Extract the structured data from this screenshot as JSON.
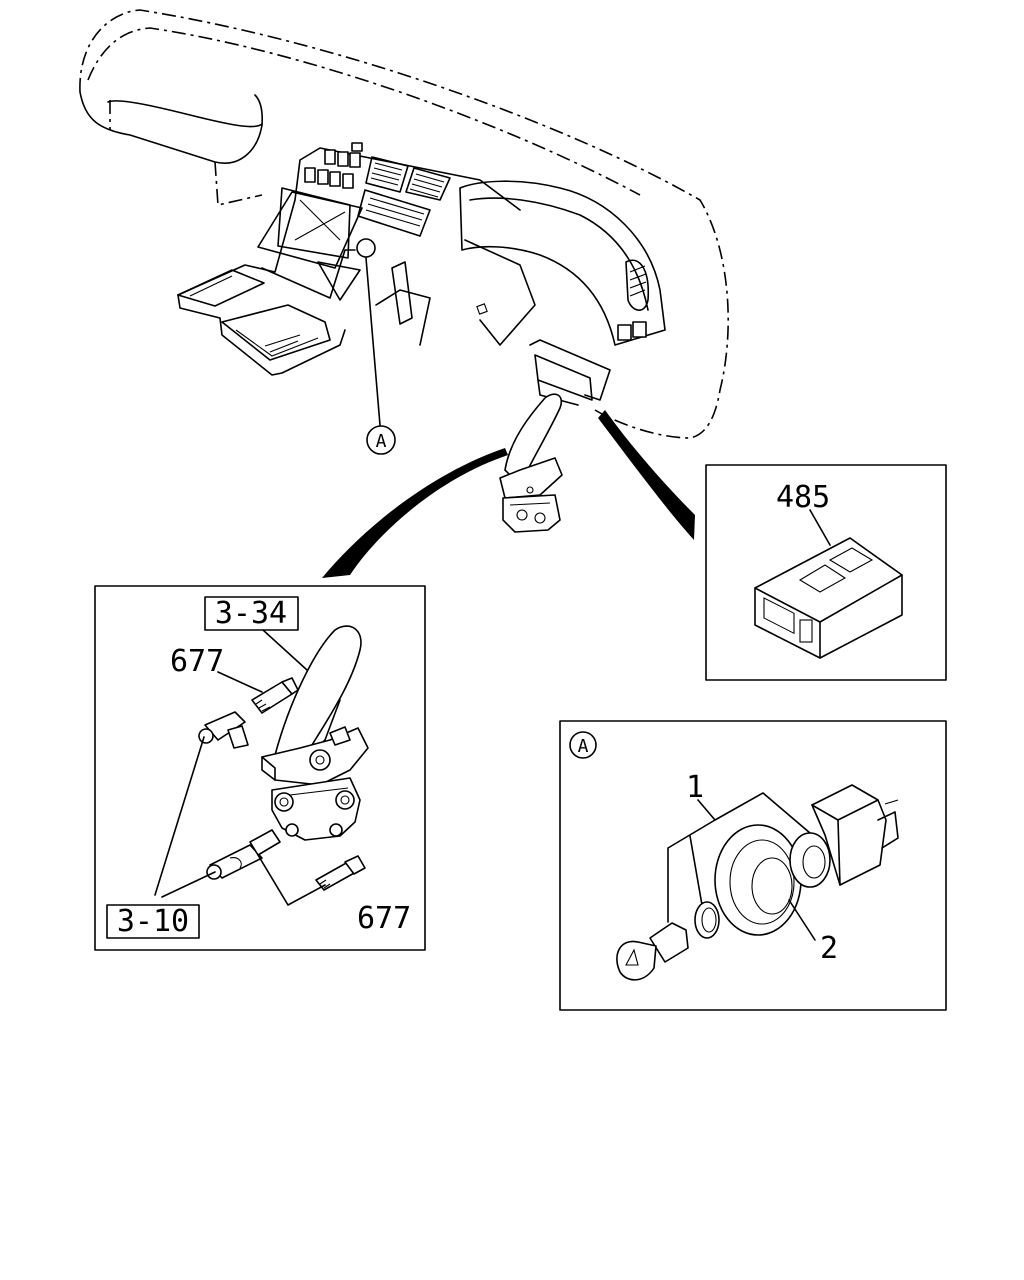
{
  "callouts": {
    "ref_a_top": "A",
    "ref_a_panel": "A",
    "part_485": "485",
    "ref_3_34": "3-34",
    "part_677_top": "677",
    "part_677_bottom": "677",
    "ref_3_10": "3-10",
    "part_1": "1",
    "part_2": "2"
  }
}
